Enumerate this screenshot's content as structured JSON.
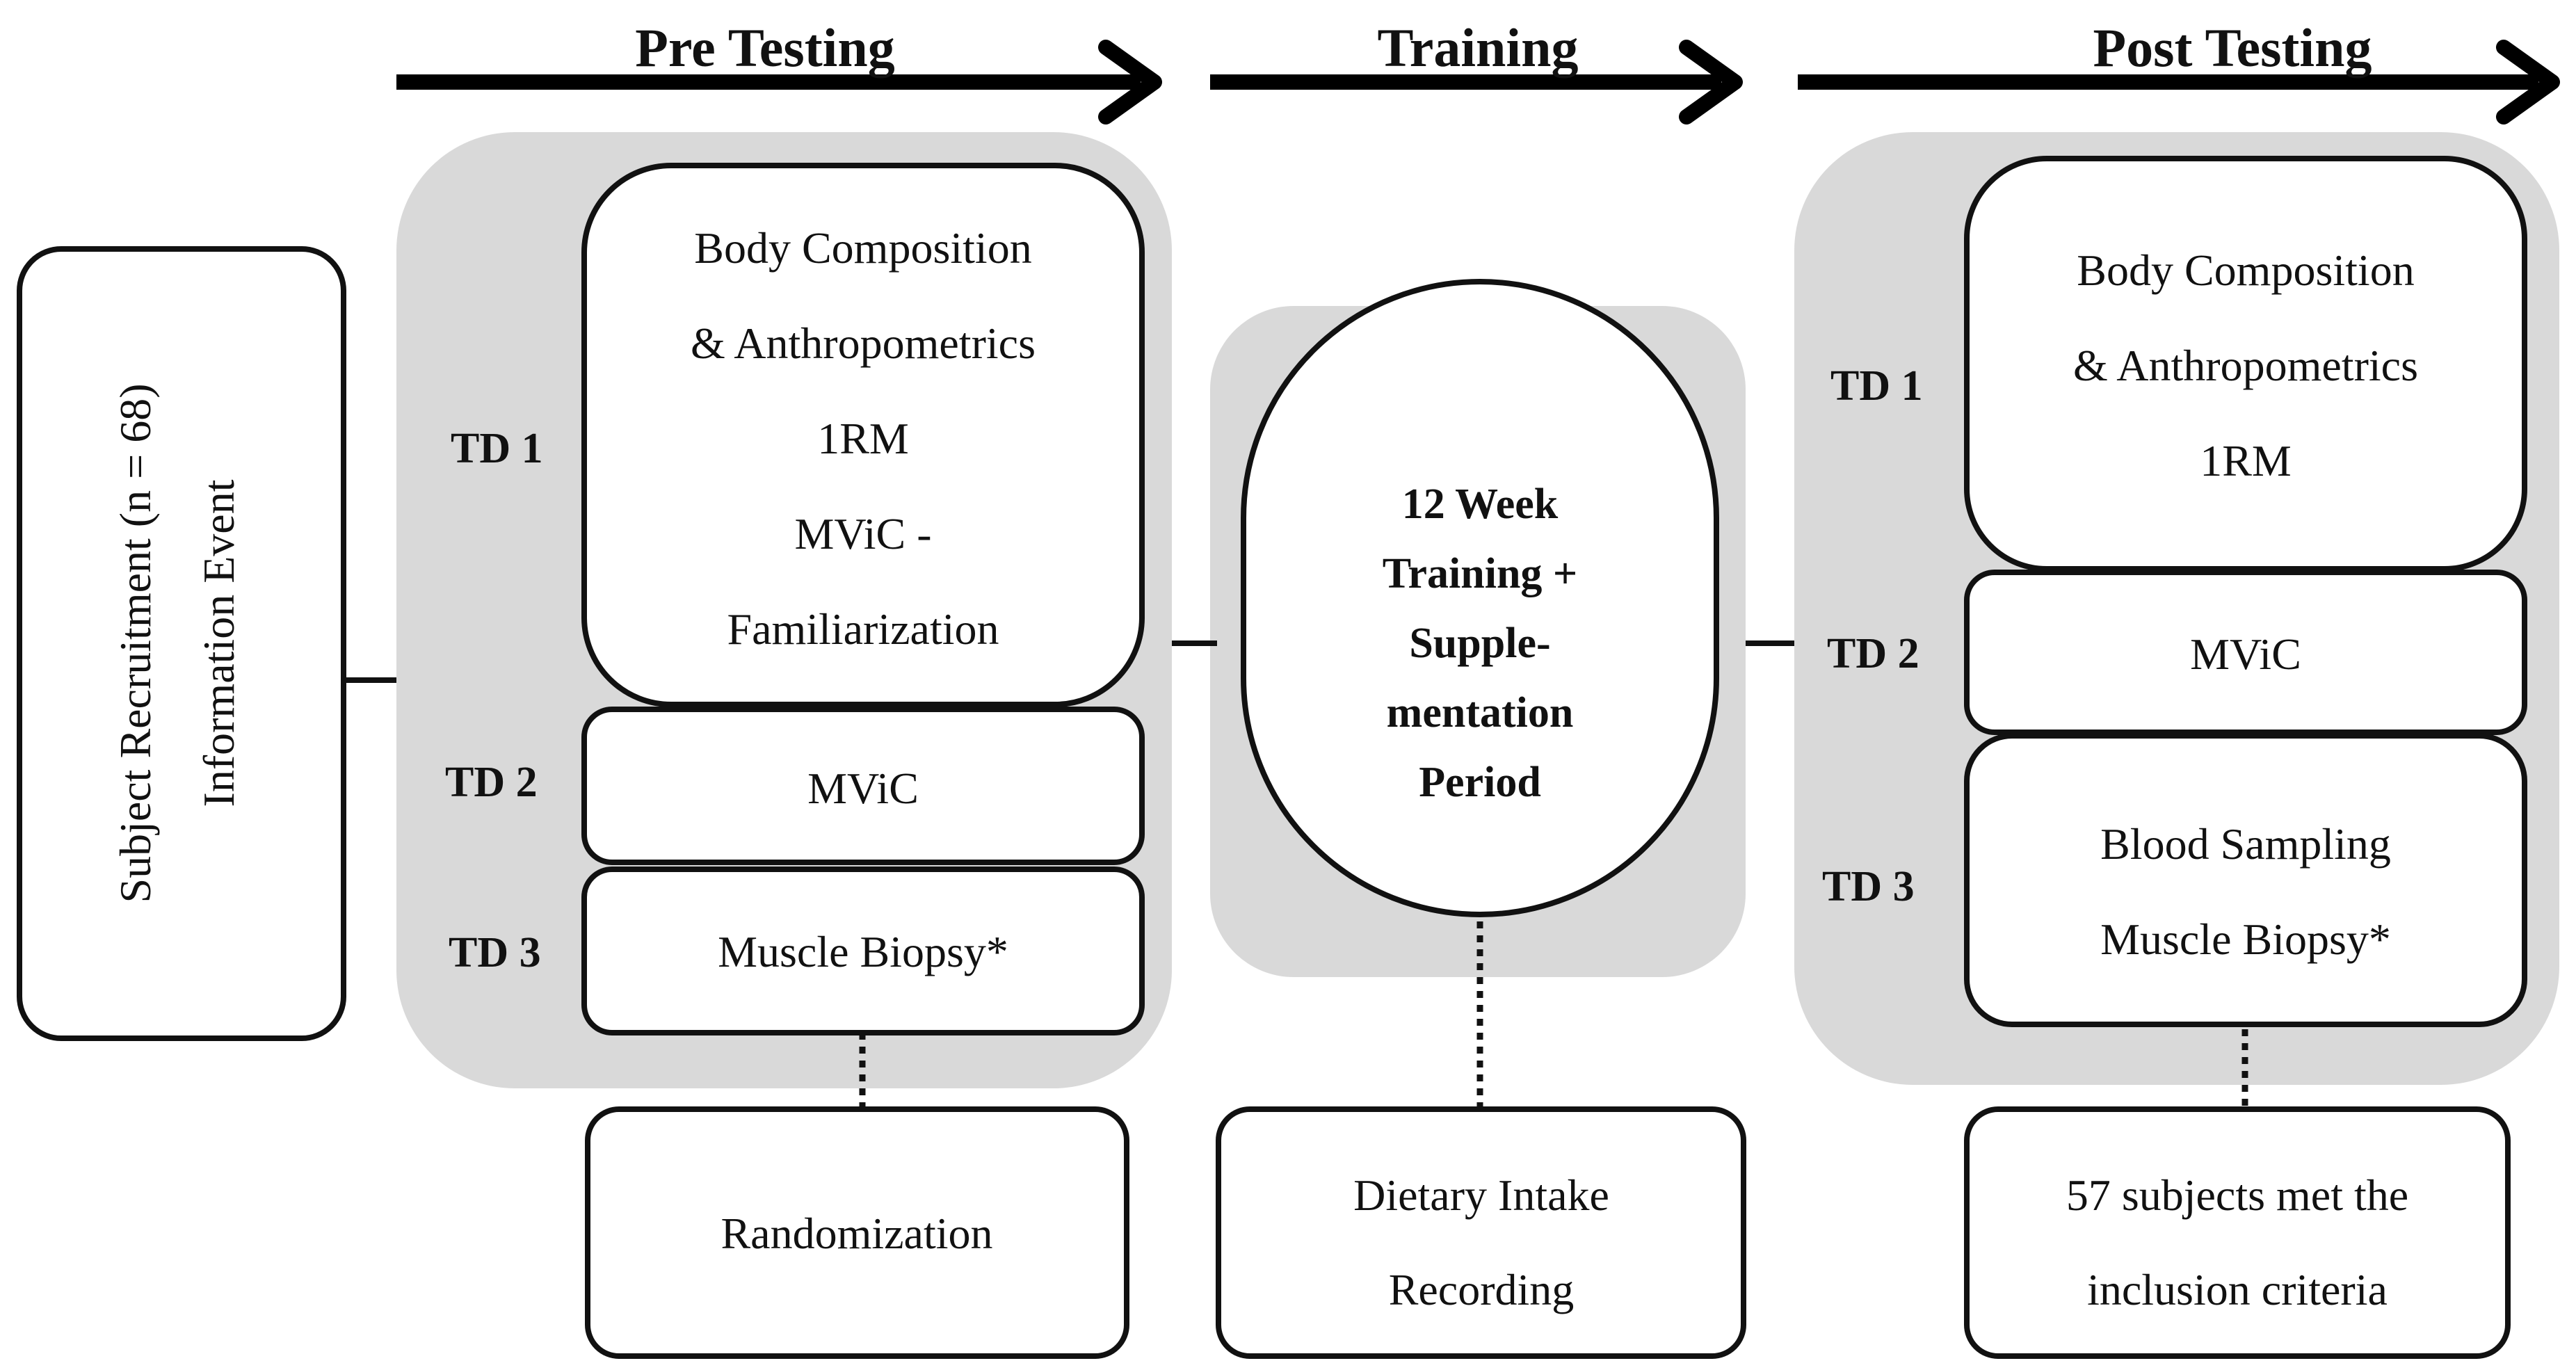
{
  "phases": {
    "pre_testing": "Pre Testing",
    "training": "Training",
    "post_testing": "Post Testing"
  },
  "recruitment": {
    "line1": "Subject Recruitment (n = 68)",
    "line2": "Information Event"
  },
  "pre": {
    "td1_label": "TD 1",
    "td1_lines": [
      "Body Composition",
      "& Anthropometrics",
      "1RM",
      "MViC -",
      "Familiarization"
    ],
    "td2_label": "TD 2",
    "td2_text": "MViC",
    "td3_label": "TD 3",
    "td3_text": "Muscle Biopsy*",
    "below_text": "Randomization"
  },
  "training": {
    "circle_lines": [
      "12 Week",
      "Training +",
      "Supple-",
      "mentation",
      "Period"
    ],
    "below_lines": [
      "Dietary Intake",
      "Recording"
    ]
  },
  "post": {
    "td1_label": "TD 1",
    "td1_lines": [
      "Body Composition",
      "& Anthropometrics",
      "1RM"
    ],
    "td2_label": "TD 2",
    "td2_text": "MViC",
    "td3_label": "TD 3",
    "td3_lines": [
      "Blood Sampling",
      "Muscle Biopsy*"
    ],
    "below_lines": [
      "57 subjects met the",
      "inclusion criteria"
    ]
  },
  "colors": {
    "panel_fill": "#d9d9d9",
    "stroke": "#111111",
    "background": "#ffffff"
  }
}
